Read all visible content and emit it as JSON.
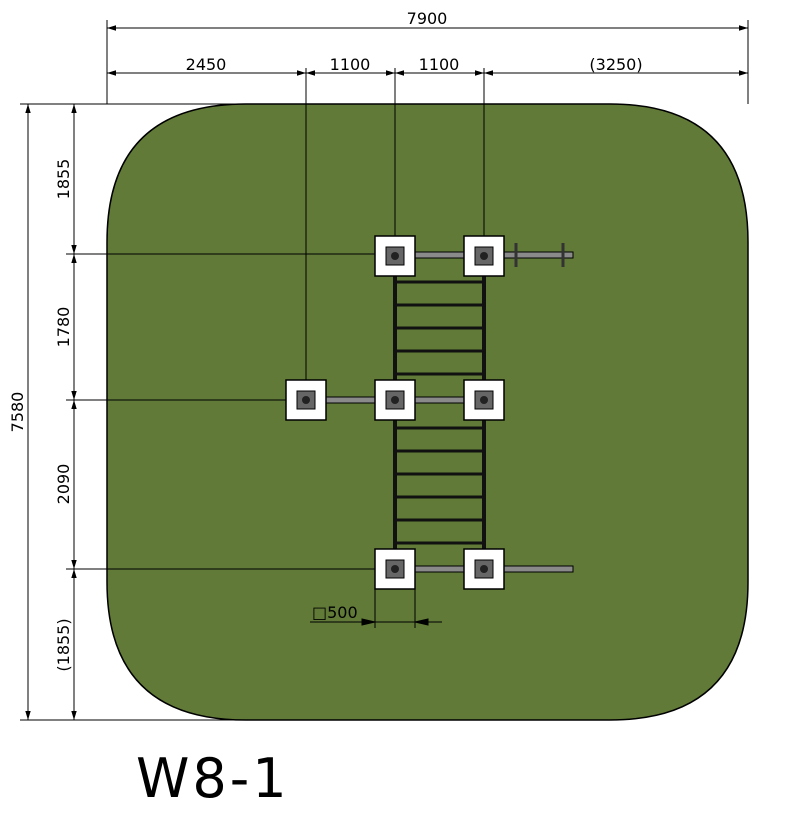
{
  "drawing": {
    "title": "W8-1",
    "ground_color": "#617a37",
    "outline_color": "#000000",
    "footing_symbol": "□500",
    "dimensions": {
      "total_width": "7900",
      "seg_left": "2450",
      "seg_mid_1": "1100",
      "seg_mid_2": "1100",
      "seg_right": "(3250)",
      "total_height": "7580",
      "h_top": "1855",
      "h_mid_1": "1780",
      "h_mid_2": "2090",
      "h_bottom": "(1855)"
    }
  }
}
